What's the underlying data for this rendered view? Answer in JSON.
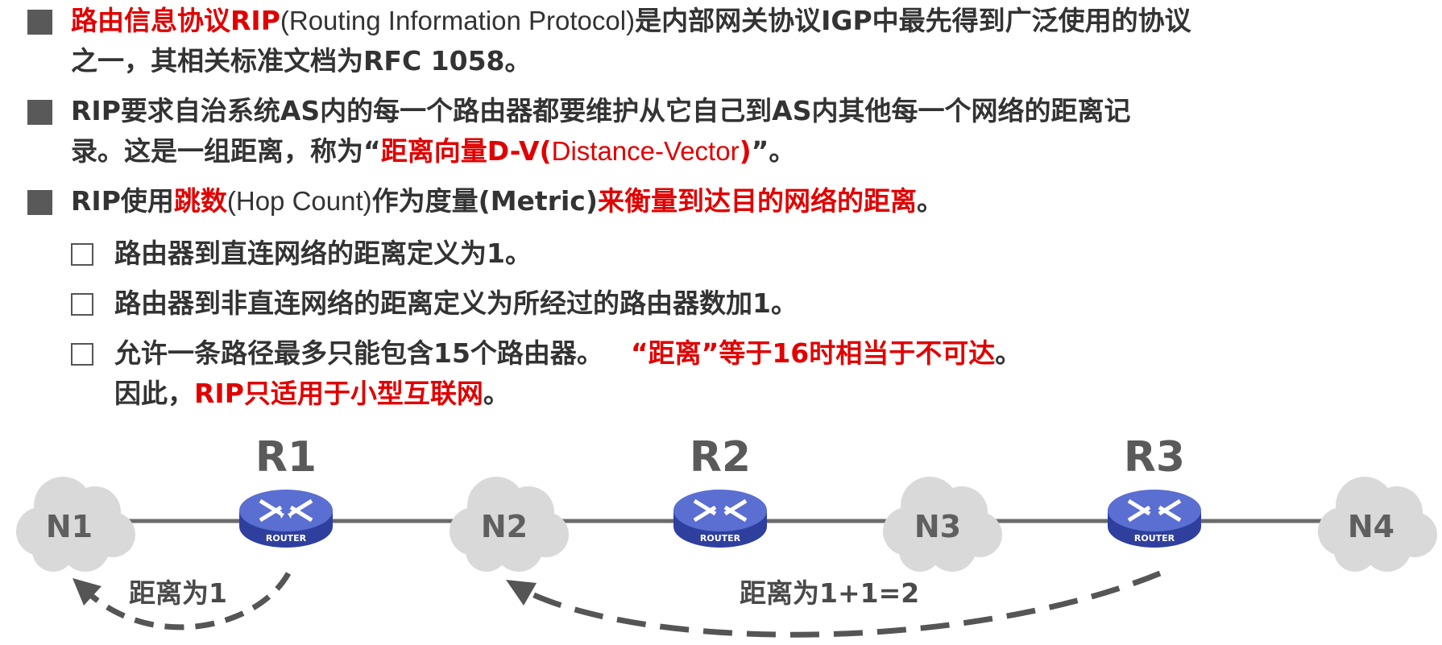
{
  "paragraphs": {
    "p1": {
      "line1": {
        "a_red": "路由信息协议RIP",
        "b_light": "(Routing Information Protocol)",
        "c": "是内部网关协议IGP中最先得到广泛使用的协议"
      },
      "line2": "之一，其相关标准文档为RFC 1058。"
    },
    "p2": {
      "line1": "RIP要求自治系统AS内的每一个路由器都要维护从它自己到AS内其他每一个网络的距离记",
      "line2": {
        "a": "录。这是一组距离，称为“",
        "b_red": "距离向量D-V(",
        "c_red_light": "Distance-Vector",
        "d_red": ")",
        "e": "”。"
      }
    },
    "p3": {
      "a": "RIP使用",
      "b_red": "跳数",
      "c_light": "(Hop Count)",
      "d": "作为度量(Metric)",
      "e_red": "来衡量到达目的网络的距离",
      "f": "。"
    },
    "sub": {
      "s1": "路由器到直连网络的距离定义为1。",
      "s2": "路由器到非直连网络的距离定义为所经过的路由器数加1。",
      "s3": {
        "line1": {
          "a": "允许一条路径最多只能包含15个路由器。",
          "b_red": "“距离”等于16时相当于不可达",
          "c": "。"
        },
        "line2": {
          "a": "因此，",
          "b_red": "RIP只适用于小型互联网",
          "c": "。"
        }
      }
    }
  },
  "diagram": {
    "networks": [
      "N1",
      "N2",
      "N3",
      "N4"
    ],
    "routers": [
      {
        "name": "R1",
        "badge": "ROUTER"
      },
      {
        "name": "R2",
        "badge": "ROUTER"
      },
      {
        "name": "R3",
        "badge": "ROUTER"
      }
    ],
    "distance_labels": {
      "short": "距离为1",
      "long": "距离为1+1=2"
    },
    "colors": {
      "cloud": "#d9d9d9",
      "router_top": "#5b6ed1",
      "router_side": "#2e3f9e",
      "link": "#6b6b6b",
      "arrow": "#555555"
    }
  }
}
